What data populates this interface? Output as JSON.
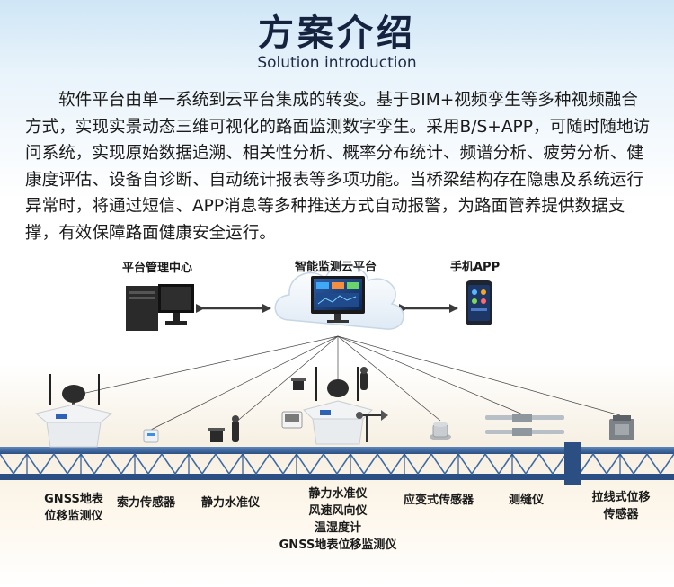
{
  "header": {
    "title": "方案介绍",
    "subtitle": "Solution introduction"
  },
  "intro": {
    "text": "软件平台由单一系统到云平台集成的转变。基于BIM+视频孪生等多种视频融合方式，实现实景动态三维可视化的路面监测数字孪生。采用B/S+APP，可随时随地访问系统，实现原始数据追溯、相关性分析、概率分布统计、频谱分析、疲劳分析、健康度评估、设备自诊断、自动统计报表等多项功能。当桥梁结构存在隐患及系统运行异常时，将通过短信、APP消息等多种推送方式自动报警，为路面管养提供数据支撑，有效保障路面健康安全运行。"
  },
  "top_nodes": {
    "platform_center": "平台管理中心",
    "cloud_platform": "智能监测云平台",
    "mobile_app": "手机APP"
  },
  "sensors": {
    "gnss_line1": "GNSS地表",
    "gnss_line2": "位移监测仪",
    "cable_force": "索力传感器",
    "static_level": "静力水准仪",
    "center_line1": "静力水准仪",
    "center_line2": "风速风向仪",
    "center_line3": "温湿度计",
    "center_line4": "GNSS地表位移监测仪",
    "strain": "应变式传感器",
    "crack": "测缝仪",
    "wire_line1": "拉线式位移",
    "wire_line2": "传感器"
  },
  "colors": {
    "title": "#16233f",
    "arrow": "#3b3b3b",
    "bridge": "#3e6aa4",
    "screen": "#1c3d7a"
  }
}
